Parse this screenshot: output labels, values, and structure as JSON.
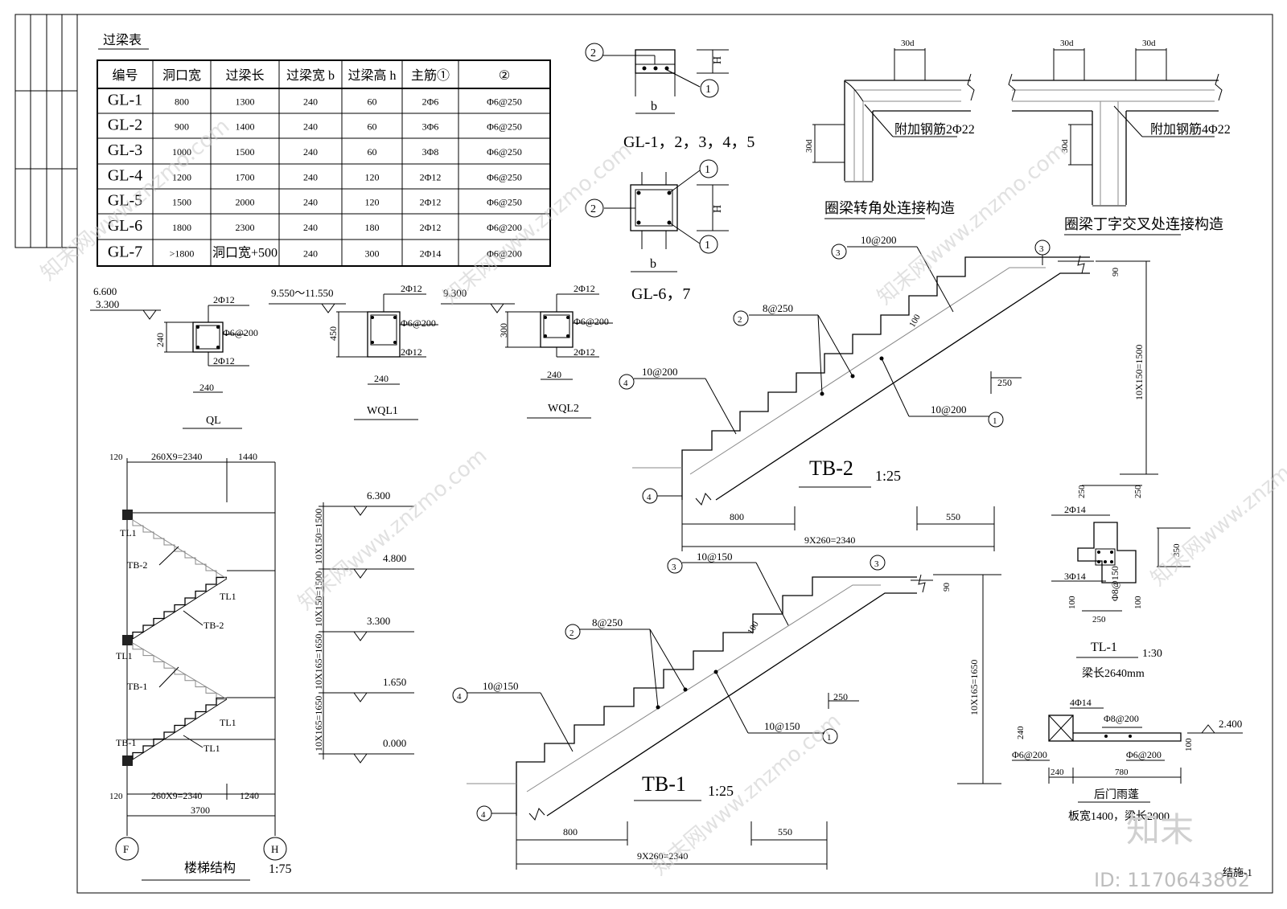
{
  "beam_table": {
    "title": "过梁表",
    "headers": [
      "编号",
      "洞口宽",
      "过梁长",
      "过梁宽 b",
      "过梁高 h",
      "主筋①",
      "②"
    ],
    "rows": [
      [
        "GL-1",
        "800",
        "1300",
        "240",
        "60",
        "2Φ6",
        "Φ6@250"
      ],
      [
        "GL-2",
        "900",
        "1400",
        "240",
        "60",
        "3Φ6",
        "Φ6@250"
      ],
      [
        "GL-3",
        "1000",
        "1500",
        "240",
        "60",
        "3Φ8",
        "Φ6@250"
      ],
      [
        "GL-4",
        "1200",
        "1700",
        "240",
        "120",
        "2Φ12",
        "Φ6@250"
      ],
      [
        "GL-5",
        "1500",
        "2000",
        "240",
        "120",
        "2Φ12",
        "Φ6@250"
      ],
      [
        "GL-6",
        "1800",
        "2300",
        "240",
        "180",
        "2Φ12",
        "Φ6@200"
      ],
      [
        "GL-7",
        ">1800",
        "洞口宽+500",
        "240",
        "300",
        "2Φ14",
        "Φ6@200"
      ]
    ]
  },
  "gl_sections": {
    "sec1_title": "GL-1，2，3，4，5",
    "sec2_title": "GL-6，7",
    "mark1": "1",
    "mark2": "2",
    "b": "b",
    "h": "H"
  },
  "ring_beams": {
    "corner_title": "圈梁转角处连接构造",
    "corner_note": "附加钢筋2Φ22",
    "tee_title": "圈梁丁字交叉处连接构造",
    "tee_note": "附加钢筋4Φ22",
    "lap": "30d"
  },
  "small_sections": {
    "ql": {
      "name": "QL",
      "elev1": "6.600",
      "elev2": "3.300",
      "top": "2Φ12",
      "mid": "Φ6@200",
      "bot": "2Φ12",
      "h": "240",
      "w": "240"
    },
    "wql1": {
      "name": "WQL1",
      "elev": "9.550～11.550",
      "top": "2Φ12",
      "mid": "Φ6@200",
      "bot": "2Φ12",
      "h": "450",
      "w": "240"
    },
    "wql2": {
      "name": "WQL2",
      "elev": "9.300",
      "top": "2Φ12",
      "mid": "Φ6@200",
      "bot": "2Φ12",
      "h": "300",
      "w": "240"
    }
  },
  "stair_plan": {
    "title": "楼梯结构",
    "scale": "1:75",
    "dim_top": [
      "120",
      "260X9=2340",
      "1440"
    ],
    "dim_bottom": [
      "120",
      "260X9=2340",
      "1240"
    ],
    "dim_total": "3700",
    "axis_left": "F",
    "axis_right": "H",
    "labels": [
      "TL1",
      "TB-2",
      "TL1",
      "TB-2",
      "TL1",
      "TB-1",
      "TL1",
      "TB-1",
      "TL1"
    ],
    "elevations": [
      "6.300",
      "4.800",
      "3.300",
      "1.650",
      "0.000"
    ],
    "height_dims": [
      "10X150=1500",
      "10X150=1500",
      "10X165=1650",
      "10X165=1650"
    ]
  },
  "tb2": {
    "title": "TB-2",
    "scale": "1:25",
    "rebar1": "10@200",
    "rebar2": "8@250",
    "rebar3": "10@200",
    "rebar4": "10@200",
    "thick": "100",
    "step": "250",
    "dim_bottom_left": "800",
    "dim_bottom_right": "550",
    "dim_total": "9X260=2340",
    "dim_height": "10X150=1500",
    "dim_top": "90"
  },
  "tb1": {
    "title": "TB-1",
    "scale": "1:25",
    "rebar1": "10@150",
    "rebar2": "8@250",
    "rebar3": "10@150",
    "rebar4": "10@150",
    "thick": "100",
    "step": "250",
    "dim_bottom_left": "800",
    "dim_bottom_right": "550",
    "dim_total": "9X260=2340",
    "dim_height": "10X165=1650",
    "dim_top": "90"
  },
  "tl1": {
    "title": "TL-1",
    "scale": "1:30",
    "note": "梁长2640mm",
    "top": "2Φ14",
    "bot": "3Φ14",
    "stirrup": "Φ8@150",
    "dims": [
      "250",
      "250",
      "350",
      "100",
      "250",
      "100"
    ]
  },
  "canopy": {
    "title": "后门雨蓬",
    "note": "板宽1400，梁长2000",
    "beam": "4Φ14",
    "rebar_top": "Φ8@200",
    "rebar_a": "Φ6@200",
    "rebar_b": "Φ6@200",
    "elev": "2.400",
    "dims": [
      "240",
      "240",
      "780",
      "100"
    ]
  },
  "watermark": {
    "brand": "知末",
    "site": "知末网www.znzmo.com",
    "id": "ID: 1170643862",
    "corner": "结施-1"
  },
  "colors": {
    "ink": "#000000",
    "paper": "#ffffff",
    "watermark": "#c9c9c9"
  }
}
